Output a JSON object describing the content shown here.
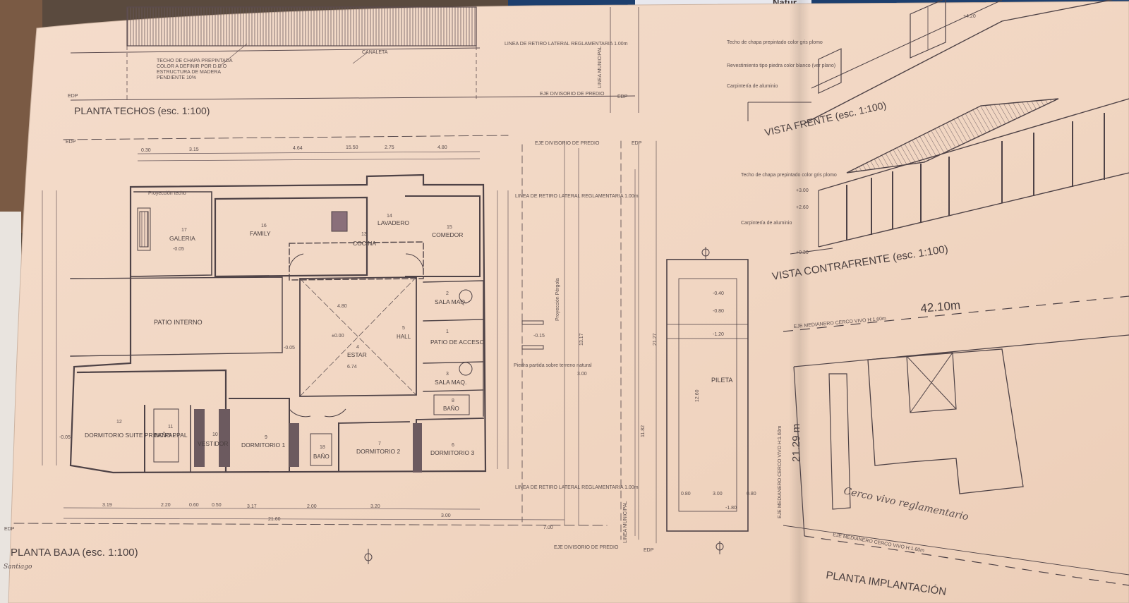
{
  "sheet": {
    "background_color": "#f2d9c6",
    "ink_color": "#5a4a4e",
    "top_strip_text": "Natur"
  },
  "roof_plan": {
    "title": "PLANTA TECHOS (esc. 1:100)",
    "roof_note": [
      "TECHO DE CHAPA PREPINTADA",
      "COLOR A DEFINIR POR D.D.O",
      "ESTRUCTURA DE MADERA",
      "PENDIENTE 10%"
    ],
    "gutter_label": "CANALETA",
    "setback_label": "LINEA DE RETIRO LATERAL REGLAMENTARIA 1.00m",
    "lot_axis_label": "EJE DIVISORIO DE PREDIO",
    "municipal_line_label": "LINEA MUNICIPAL",
    "edp": "EDP"
  },
  "ground_floor": {
    "title": "PLANTA BAJA (esc. 1:100)",
    "signature": "Santiago",
    "rooms": [
      {
        "num": "1",
        "name": "PATIO DE ACCESO"
      },
      {
        "num": "2",
        "name": "SALA MAQ."
      },
      {
        "num": "3",
        "name": "SALA MAQ."
      },
      {
        "num": "4",
        "name": "ESTAR"
      },
      {
        "num": "5",
        "name": "HALL"
      },
      {
        "num": "6",
        "name": "DORMITORIO 3"
      },
      {
        "num": "7",
        "name": "DORMITORIO 2"
      },
      {
        "num": "8",
        "name": "BAÑO"
      },
      {
        "num": "9",
        "name": "DORMITORIO 1"
      },
      {
        "num": "10",
        "name": "VESTIDOR"
      },
      {
        "num": "11",
        "name": "BAÑO PPAL"
      },
      {
        "num": "12",
        "name": "DORMITORIO SUITE PRINCIPAL"
      },
      {
        "num": "13",
        "name": "COCINA"
      },
      {
        "num": "14",
        "name": "LAVADERO"
      },
      {
        "num": "15",
        "name": "COMEDOR"
      },
      {
        "num": "16",
        "name": "FAMILY"
      },
      {
        "num": "17",
        "name": "GALERIA"
      },
      {
        "num": "18",
        "name": "BAÑO"
      }
    ],
    "labels": {
      "patio_interno": "PATIO INTERNO",
      "pileta": "PILETA",
      "roof_projection": "Proyección techo",
      "stone_note": "Piedra partida sobre terreno natural",
      "pergola_projection": "Proyección Pérgola",
      "setback_label": "LINEA DE RETIRO LATERAL REGLAMENTARIA 1.00m",
      "lot_axis_label": "EJE DIVISORIO DE PREDIO",
      "municipal_line_label": "LINEA MUNICIPAL",
      "edp": "EDP"
    },
    "levels": [
      "±0.00",
      "-0.05",
      "-0.15",
      "-0.40",
      "-0.80",
      "-1.20",
      "-1.80"
    ],
    "dims_top": [
      "0.30",
      "3.15",
      "4.64",
      "15.50",
      "2.75",
      "4.80"
    ],
    "dims_bottom": [
      "3.19",
      "2.20",
      "0.60",
      "0.50",
      "3.17",
      "2.00",
      "3.20",
      "3.00",
      "21.60",
      "7.00"
    ],
    "dims_misc": [
      "4.80",
      "6.74",
      "3.00",
      "12.60",
      "3.00",
      "0.80",
      "0.80",
      "11.82",
      "21.27",
      "13.17"
    ]
  },
  "elevations": {
    "front_title": "VISTA FRENTE (esc. 1:100)",
    "rear_title": "VISTA CONTRAFRENTE (esc. 1:100)",
    "roof_note": "Techo de chapa prepintado color gris plomo",
    "cladding_note": "Revestimiento tipo piedra color blanco (ver plano)",
    "carpentry_note": "Carpintería de aluminio",
    "level_notes": [
      "+4.20",
      "+3.00",
      "+2.60",
      "+0.30"
    ]
  },
  "site_plan": {
    "title": "PLANTA IMPLANTACIÓN",
    "width_dim": "42.10m",
    "depth_dim": "21.29 m",
    "fence_note": "EJE MEDIANERO CERCO VIVO H:1.60m",
    "handwritten_note": "Cerco vivo reglamentario"
  }
}
